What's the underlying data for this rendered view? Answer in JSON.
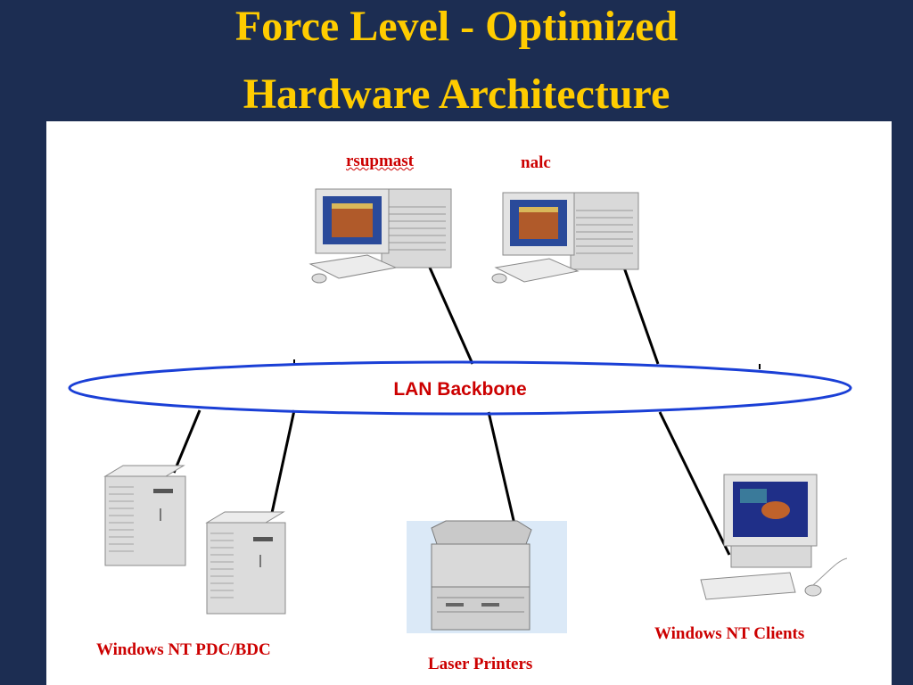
{
  "title": {
    "line1": "Force Level - Optimized",
    "line2": "Hardware Architecture"
  },
  "diagram": {
    "network_label": "LAN Backbone",
    "nodes": {
      "rsupmast": "rsupmast",
      "nalc": "nalc",
      "servers": "Windows NT PDC/BDC",
      "printers": "Laser Printers",
      "clients": "Windows NT Clients"
    }
  },
  "colors": {
    "background": "#1c2d52",
    "title": "#ffcc00",
    "ellipse": "#1a3fd6",
    "labels": "#cc0000"
  }
}
